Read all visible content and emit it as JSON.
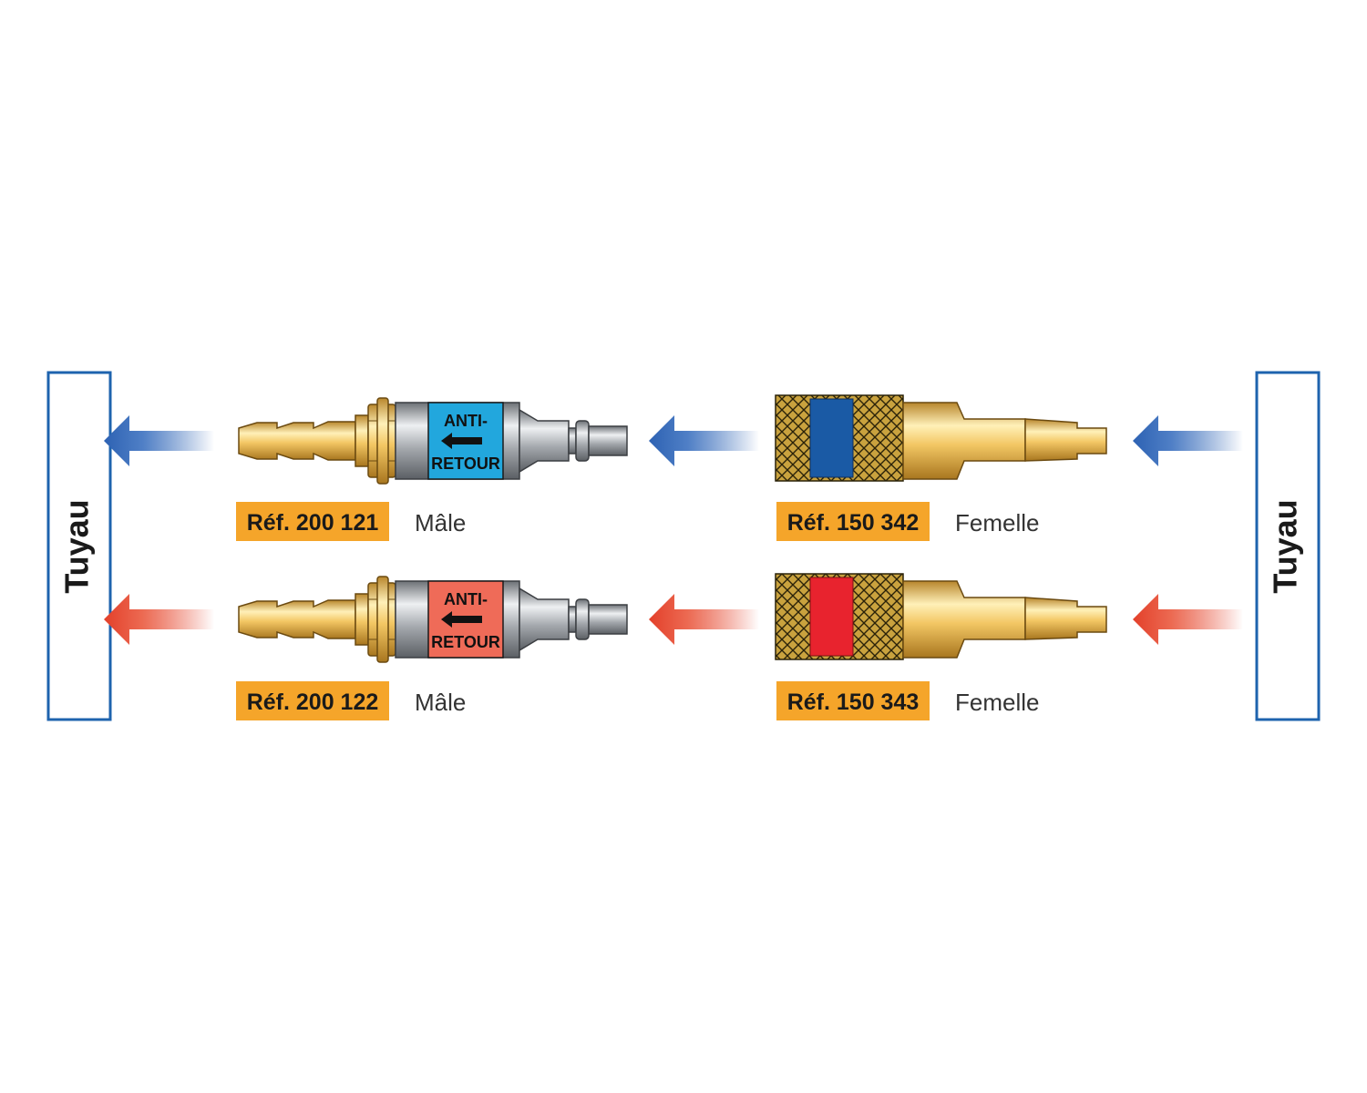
{
  "hose_label": "Tuyau",
  "colors": {
    "frame": "#1e63ae",
    "ref_badge": "#f5a52a",
    "brass": "#f3c764",
    "steel": "#9ea3a8",
    "oxygen": "#2d62b3",
    "fuel_gas": "#e8432c",
    "valve_oxygen": "#22a7dd",
    "valve_fuel_gas": "#ef6b58",
    "band_oxygen": "#1a5aa5",
    "band_fuel_gas": "#e8232e"
  },
  "rows": [
    {
      "line": "oxygen",
      "male": {
        "ref": "Réf. 200 121",
        "type": "Mâle",
        "valve_line1": "ANTI-",
        "valve_line2": "RETOUR"
      },
      "female": {
        "ref": "Réf. 150 342",
        "type": "Femelle"
      }
    },
    {
      "line": "fuel_gas",
      "male": {
        "ref": "Réf. 200 122",
        "type": "Mâle",
        "valve_line1": "ANTI-",
        "valve_line2": "RETOUR"
      },
      "female": {
        "ref": "Réf. 150 343",
        "type": "Femelle"
      }
    }
  ]
}
